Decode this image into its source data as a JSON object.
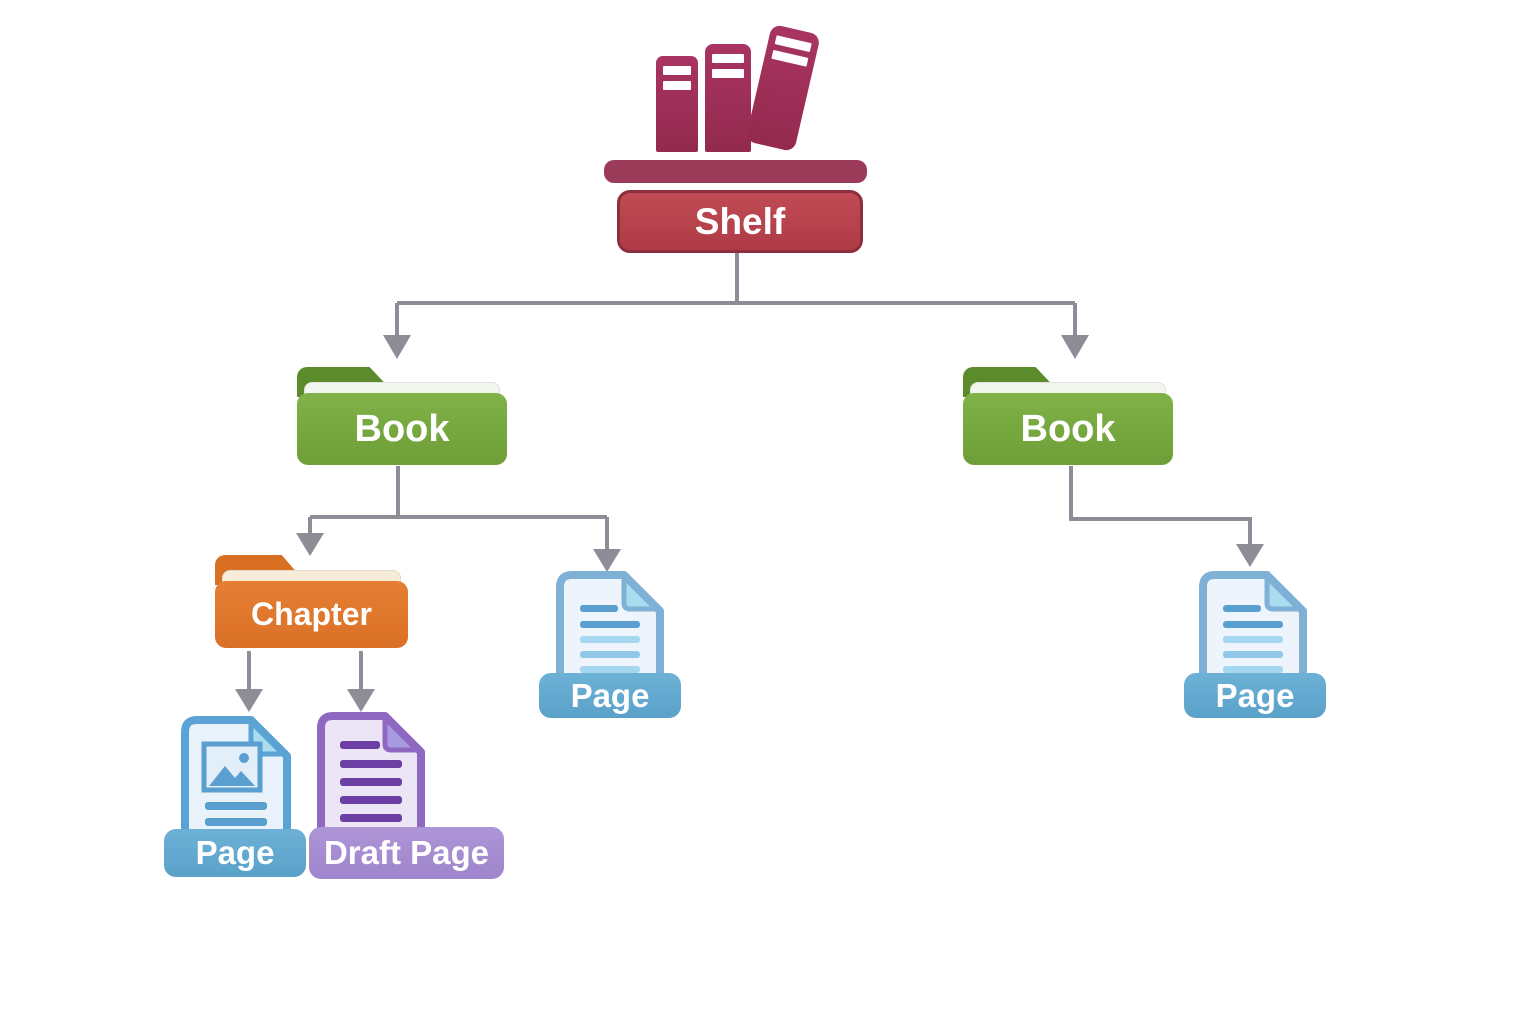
{
  "diagram": {
    "type": "hierarchy-tree",
    "nodes": [
      {
        "id": "shelf",
        "label": "Shelf",
        "type": "shelf",
        "color": "#b5434c",
        "icon": "bookshelf-icon"
      },
      {
        "id": "book-left",
        "label": "Book",
        "type": "folder",
        "color": "#76a83e",
        "icon": "folder-icon"
      },
      {
        "id": "book-right",
        "label": "Book",
        "type": "folder",
        "color": "#76a83e",
        "icon": "folder-icon"
      },
      {
        "id": "chapter",
        "label": "Chapter",
        "type": "folder",
        "color": "#e0772c",
        "icon": "folder-icon"
      },
      {
        "id": "page-under-book-left",
        "label": "Page",
        "type": "document",
        "color": "#62a8ce",
        "icon": "text-document-icon"
      },
      {
        "id": "page-under-chapter",
        "label": "Page",
        "type": "document",
        "color": "#62a8ce",
        "icon": "image-document-icon"
      },
      {
        "id": "draft-page-under-chapter",
        "label": "Draft Page",
        "type": "document",
        "color": "#a78fd2",
        "icon": "text-document-icon"
      },
      {
        "id": "page-under-book-right",
        "label": "Page",
        "type": "document",
        "color": "#62a8ce",
        "icon": "text-document-icon"
      }
    ],
    "edges": [
      {
        "from": "shelf",
        "to": "book-left"
      },
      {
        "from": "shelf",
        "to": "book-right"
      },
      {
        "from": "book-left",
        "to": "chapter"
      },
      {
        "from": "book-left",
        "to": "page-under-book-left"
      },
      {
        "from": "chapter",
        "to": "page-under-chapter"
      },
      {
        "from": "chapter",
        "to": "draft-page-under-chapter"
      },
      {
        "from": "book-right",
        "to": "page-under-book-right"
      }
    ],
    "connector_color": "#8d8d98",
    "background_color": "#ffffff",
    "accent_colors": {
      "shelf_red": "#b5434c",
      "shelf_bar_maroon": "#9c3a5a",
      "book_spine_maroon": "#9e2e54",
      "book_green": "#76a83e",
      "book_tab_green": "#5c8b2b",
      "chapter_orange": "#e0772c",
      "page_blue": "#62a8ce",
      "page_doc_border_blue": "#7fb0d6",
      "draft_purple": "#a78fd2",
      "draft_doc_border_purple": "#8f68c2"
    }
  }
}
